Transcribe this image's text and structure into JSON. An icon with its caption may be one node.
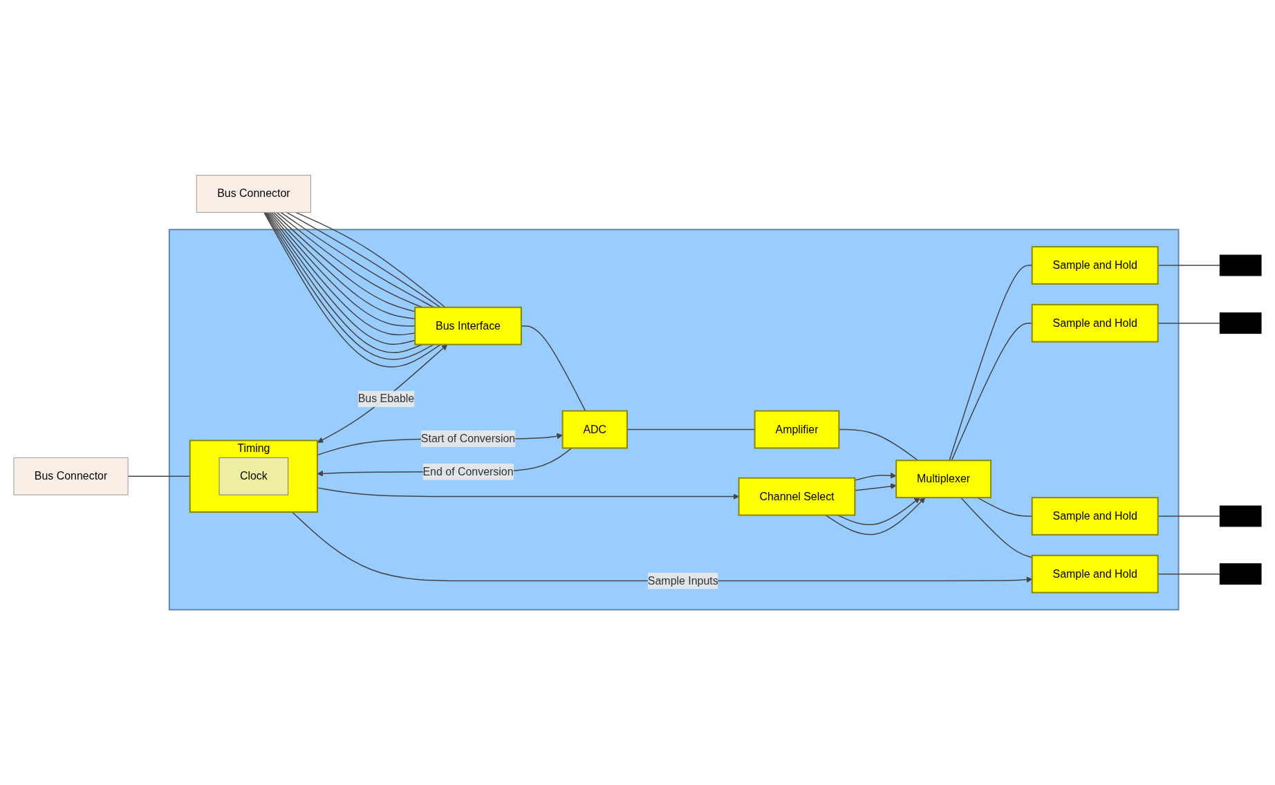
{
  "diagram": {
    "nodes": [
      {
        "text": [],
        "shape": "box"
      },
      {
        "text": [
          "Bus Connector"
        ]
      },
      {
        "text": [
          "Bus Connector"
        ]
      },
      {
        "text": [
          "Bus Interface"
        ],
        "in": 0
      },
      {
        "text": [
          "ADC"
        ],
        "in": 0
      },
      {
        "text": [
          "Amplifier"
        ],
        "in": 0
      },
      {
        "text": [
          "Multiplexer"
        ],
        "in": 0
      },
      {
        "text": [
          "Sample and Hold"
        ],
        "in": 0
      },
      {
        "text": [
          "Sample and Hold"
        ],
        "in": 0
      },
      {
        "text": [
          "Sample and Hold"
        ],
        "in": 0
      },
      {
        "text": [
          "Sample and Hold"
        ],
        "in": 0
      },
      {
        "text": [
          "Channel Select"
        ],
        "in": 0
      },
      {
        "text": [
          "Timing"
        ],
        "in": 0
      },
      {
        "text": [
          "Clock"
        ],
        "in": 12
      },
      {
        "text": [],
        "shape": "bar"
      },
      {
        "text": [],
        "shape": "bar"
      },
      {
        "text": [],
        "shape": "bar"
      },
      {
        "text": [],
        "shape": "bar"
      }
    ],
    "edges": [
      {
        "from": 1,
        "to": 3,
        "arrow": "none"
      },
      {
        "from": 1,
        "to": 3,
        "arrow": "none"
      },
      {
        "from": 1,
        "to": 3,
        "arrow": "none"
      },
      {
        "from": 1,
        "to": 3,
        "arrow": "none"
      },
      {
        "from": 1,
        "to": 3,
        "arrow": "none"
      },
      {
        "from": 1,
        "to": 3,
        "arrow": "none"
      },
      {
        "from": 1,
        "to": 3,
        "arrow": "none"
      },
      {
        "from": 1,
        "to": 3,
        "arrow": "none"
      },
      {
        "from": 1,
        "to": 3,
        "arrow": "none"
      },
      {
        "from": 1,
        "to": 3,
        "arrow": "none"
      },
      {
        "from": 1,
        "to": 3,
        "arrow": "none"
      },
      {
        "from": 1,
        "to": 3,
        "arrow": "none"
      },
      {
        "from": 3,
        "to": 4,
        "arrow": "none"
      },
      {
        "from": 4,
        "to": 5,
        "arrow": "none"
      },
      {
        "from": 5,
        "to": 6,
        "arrow": "none"
      },
      {
        "from": 6,
        "to": 7,
        "arrow": "none"
      },
      {
        "from": 6,
        "to": 8,
        "arrow": "none"
      },
      {
        "from": 6,
        "to": 9,
        "arrow": "none"
      },
      {
        "from": 6,
        "to": 10,
        "arrow": "none"
      },
      {
        "from": 7,
        "to": 14,
        "arrow": "none"
      },
      {
        "from": 8,
        "to": 15,
        "arrow": "none"
      },
      {
        "from": 9,
        "to": 16,
        "arrow": "none"
      },
      {
        "from": 10,
        "to": 17,
        "arrow": "none"
      },
      {
        "from": 12,
        "to": 3,
        "arrow": "both",
        "label": "Bus Ebable"
      },
      {
        "from": 12,
        "to": 4,
        "arrow": "to",
        "label": "Start of Conversion"
      },
      {
        "from": 4,
        "to": 12,
        "arrow": "to",
        "label": "End of Conversion"
      },
      {
        "from": 11,
        "to": 6,
        "arrow": "to"
      },
      {
        "from": 11,
        "to": 6,
        "arrow": "to"
      },
      {
        "from": 11,
        "to": 6,
        "arrow": "to"
      },
      {
        "from": 11,
        "to": 6,
        "arrow": "to"
      },
      {
        "from": 12,
        "to": 11,
        "arrow": "to"
      },
      {
        "from": 12,
        "to": 10,
        "arrow": "to",
        "label": "Sample Inputs"
      },
      {
        "from": 2,
        "to": 12,
        "arrow": "none"
      }
    ]
  }
}
